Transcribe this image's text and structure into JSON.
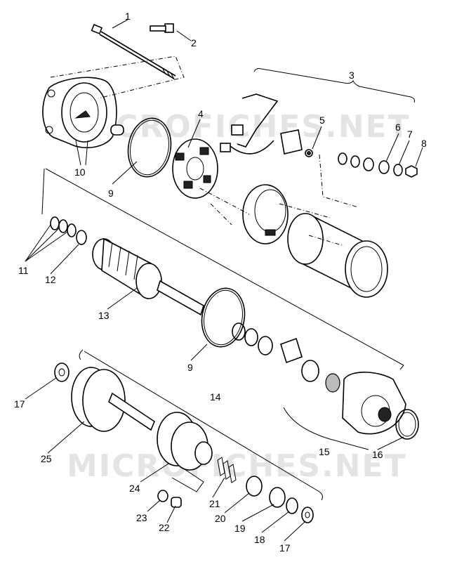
{
  "watermarks": [
    "MICROFICHES.NET",
    "MICROFICHES.NET"
  ],
  "labels": [
    "1",
    "2",
    "3",
    "4",
    "5",
    "6",
    "7",
    "8",
    "9",
    "10",
    "11",
    "12",
    "13",
    "9",
    "14",
    "15",
    "16",
    "17",
    "25",
    "24",
    "21",
    "20",
    "19",
    "18",
    "17",
    "23",
    "22"
  ]
}
